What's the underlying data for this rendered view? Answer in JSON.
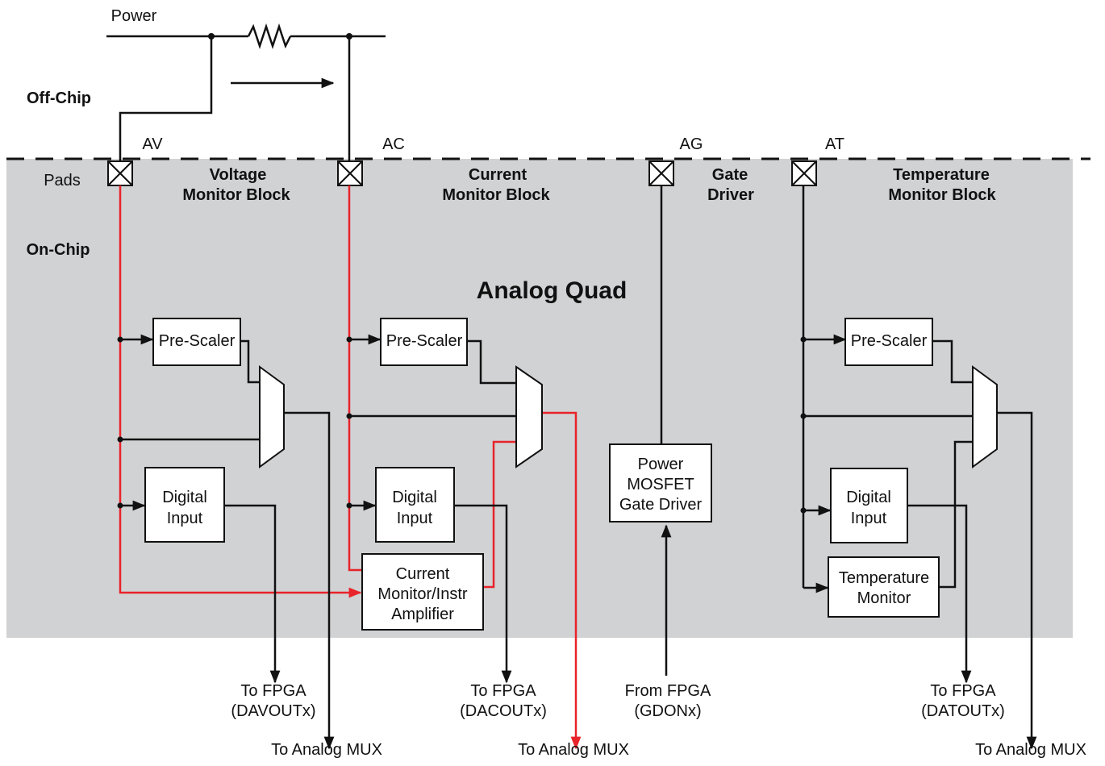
{
  "diagram": {
    "power_label": "Power",
    "off_chip_label": "Off-Chip",
    "on_chip_label": "On-Chip",
    "pads_label": "Pads",
    "title": "Analog Quad",
    "pads": {
      "av": "AV",
      "ac": "AC",
      "ag": "AG",
      "at": "AT"
    },
    "blocks": {
      "voltage_l1": "Voltage",
      "voltage_l2": "Monitor Block",
      "current_l1": "Current",
      "current_l2": "Monitor Block",
      "gate_l1": "Gate",
      "gate_l2": "Driver",
      "temp_l1": "Temperature",
      "temp_l2": "Monitor Block"
    },
    "boxes": {
      "prescaler": "Pre-Scaler",
      "digital_l1": "Digital",
      "digital_l2": "Input",
      "cm_l1": "Current",
      "cm_l2": "Monitor/Instr",
      "cm_l3": "Amplifier",
      "mosfet_l1": "Power",
      "mosfet_l2": "MOSFET",
      "mosfet_l3": "Gate Driver",
      "temp_l1": "Temperature",
      "temp_l2": "Monitor"
    },
    "outputs": {
      "to_fpga": "To FPGA",
      "davoutx": "(DAVOUTx)",
      "dacoutx": "(DACOUTx)",
      "datoutx": "(DATOUTx)",
      "from_fpga": "From FPGA",
      "gdonx": "(GDONx)",
      "to_analog_mux": "To Analog MUX"
    },
    "colors": {
      "panel": "#d1d2d4",
      "highlight": "#e8232a",
      "line": "#111111"
    }
  }
}
